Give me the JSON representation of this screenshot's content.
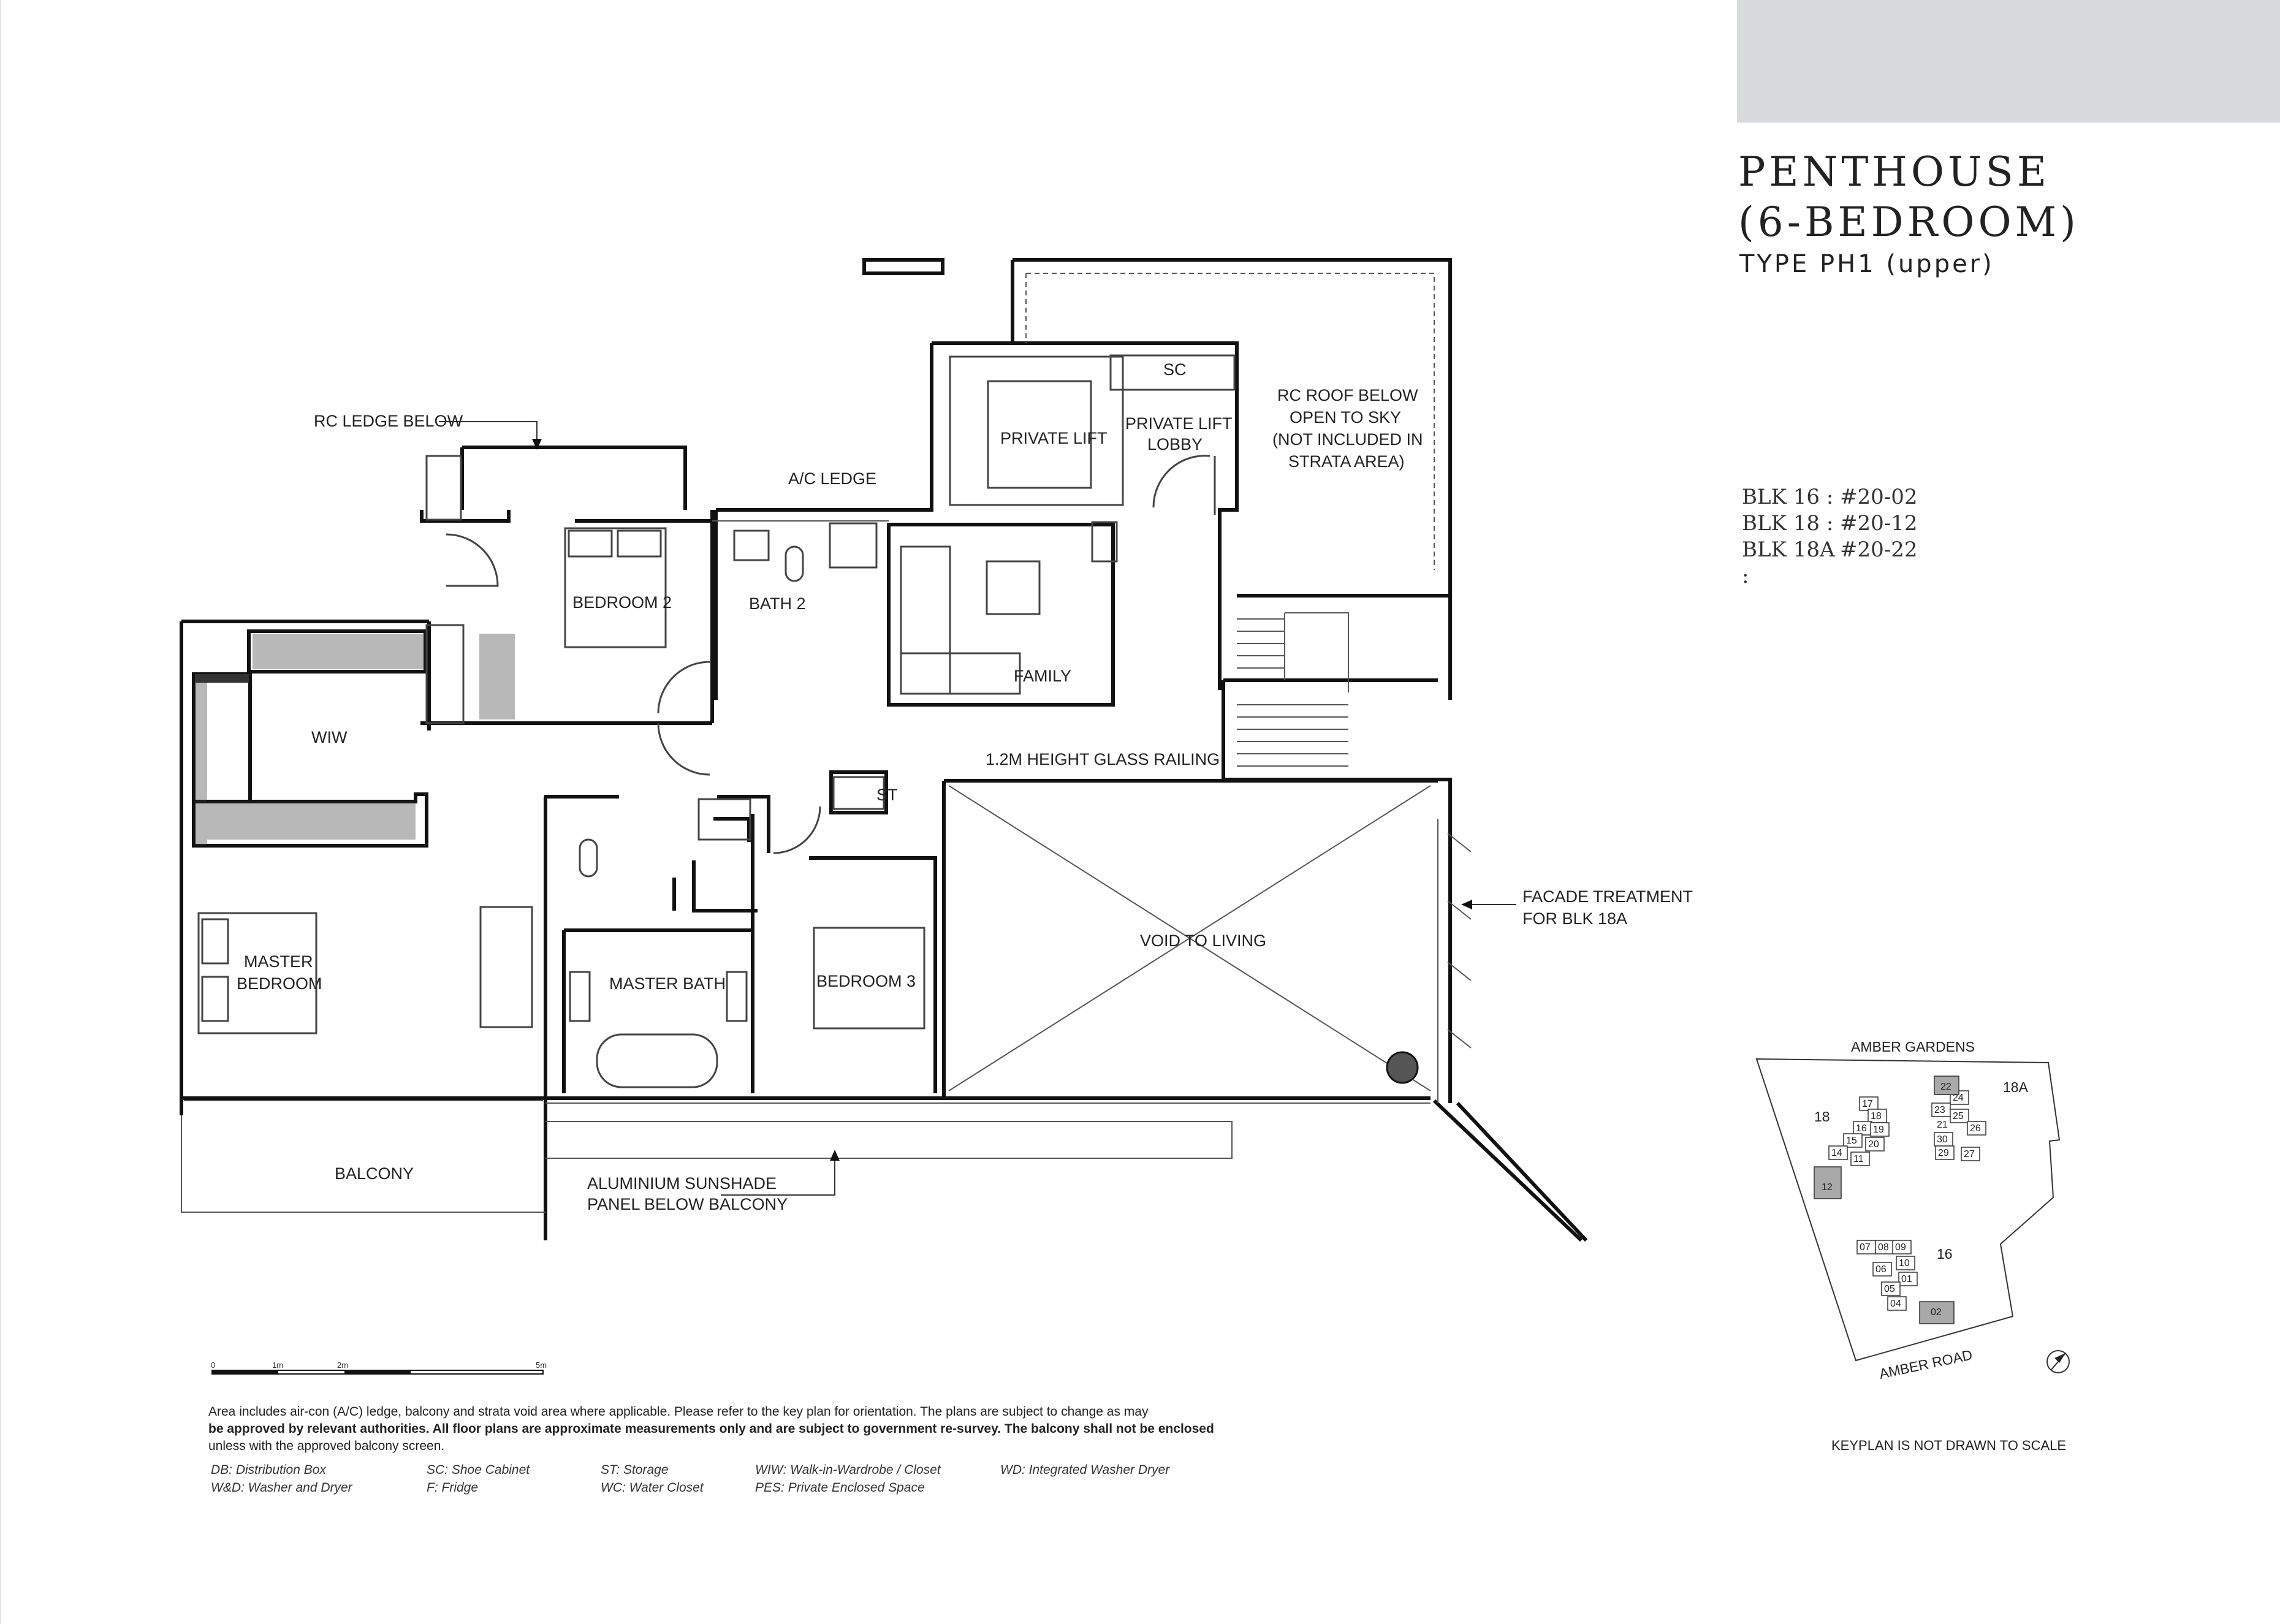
{
  "header": {
    "title": "PENTHOUSE\n(6-BEDROOM)",
    "subtitle": "TYPE PH1 (upper)"
  },
  "units": [
    {
      "block": "BLK 16 :",
      "unit": "#20-02"
    },
    {
      "block": "BLK 18 :",
      "unit": "#20-12"
    },
    {
      "block": "BLK 18A :",
      "unit": "#20-22"
    }
  ],
  "plan_labels": {
    "rc_ledge_below": "RC LEDGE BELOW",
    "ac_ledge": "A/C LEDGE",
    "sc": "SC",
    "private_lift": "PRIVATE LIFT",
    "private_lift_lobby_1": "PRIVATE LIFT",
    "private_lift_lobby_2": "LOBBY",
    "rc_roof_1": "RC ROOF BELOW",
    "rc_roof_2": "OPEN TO SKY",
    "rc_roof_3": "(NOT INCLUDED IN",
    "rc_roof_4": "STRATA AREA)",
    "bedroom_2": "BEDROOM 2",
    "bath_2": "BATH 2",
    "family": "FAMILY",
    "wiw": "WIW",
    "glass_railing": "1.2M HEIGHT GLASS RAILING",
    "st": "ST",
    "void_to_living": "VOID TO LIVING",
    "master_bedroom_1": "MASTER",
    "master_bedroom_2": "BEDROOM",
    "master_bath": "MASTER BATH",
    "bedroom_3": "BEDROOM 3",
    "balcony": "BALCONY",
    "facade_1": "FACADE TREATMENT",
    "facade_2": "FOR BLK 18A",
    "sunshade_1": "ALUMINIUM SUNSHADE",
    "sunshade_2": "PANEL BELOW BALCONY"
  },
  "scale_bar": {
    "t0": "0",
    "t1": "1m",
    "t2": "2m",
    "t5": "5m"
  },
  "notes": {
    "line1": "Area includes air-con (A/C) ledge, balcony and strata void area where applicable. Please refer to the key plan for orientation. The plans are subject to change as may",
    "line2": "be approved by relevant authorities. All floor plans are approximate measurements only and are subject to government re-survey. The balcony shall not be enclosed",
    "line3": "unless with the approved balcony screen."
  },
  "abbreviations": [
    "DB: Distribution Box",
    "W&D: Washer and Dryer",
    "SC: Shoe Cabinet",
    "F: Fridge",
    "ST: Storage",
    "WC: Water Closet",
    "WIW: Walk-in-Wardrobe / Closet",
    "PES: Private Enclosed Space",
    "WD: Integrated Washer Dryer"
  ],
  "keyplan": {
    "top_road": "AMBER GARDENS",
    "bottom_road": "AMBER ROAD",
    "blk18": "18",
    "blk18a": "18A",
    "blk16": "16",
    "note": "KEYPLAN IS NOT DRAWN TO SCALE",
    "units18": [
      "17",
      "18",
      "16",
      "19",
      "15",
      "20",
      "14",
      "11",
      "12"
    ],
    "units18a": [
      "22",
      "24",
      "23",
      "25",
      "21",
      "26",
      "30",
      "29",
      "27"
    ],
    "units16": [
      "07",
      "08",
      "09",
      "10",
      "06",
      "01",
      "05",
      "04",
      "02"
    ]
  },
  "colors": {
    "wall": "#111111",
    "highlight": "#a9a9a9",
    "tab": "#d9dadc"
  }
}
